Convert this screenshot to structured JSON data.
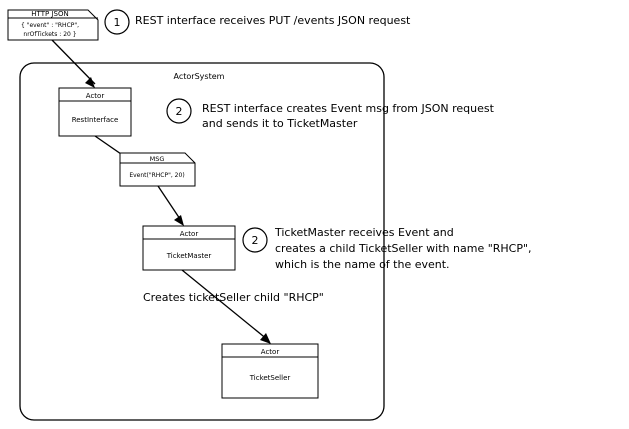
{
  "http_note": {
    "title": "HTTP JSON",
    "line1": "{ \"event\" : \"RHCP\",",
    "line2": "nrOfTickets : 20 }"
  },
  "system": {
    "title": "ActorSystem"
  },
  "actors": [
    {
      "stereotype": "Actor",
      "name": "RestInterface"
    },
    {
      "stereotype": "Actor",
      "name": "TicketMaster"
    },
    {
      "stereotype": "Actor",
      "name": "TicketSeller"
    }
  ],
  "msg_note": {
    "title": "MSG",
    "body": "Event(\"RHCP\", 20)"
  },
  "steps": [
    {
      "number": "1",
      "text": "REST interface receives PUT /events JSON request"
    },
    {
      "number": "2",
      "line1": "REST interface creates Event msg from JSON request",
      "line2": "and sends it to TicketMaster"
    },
    {
      "number": "2",
      "line1": "TicketMaster receives Event and",
      "line2": "creates a child TicketSeller with name \"RHCP\",",
      "line3": "which is the name of the event."
    }
  ],
  "edge_label": "Creates ticketSeller child \"RHCP\""
}
